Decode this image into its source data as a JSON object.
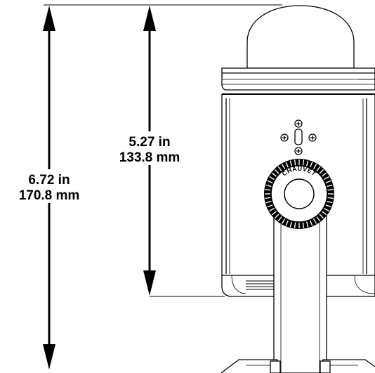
{
  "dimensions": {
    "overall": {
      "inches": "6.72 in",
      "millimeters": "170.8 mm"
    },
    "body": {
      "inches": "5.27 in",
      "millimeters": "133.8 mm"
    }
  },
  "device": {
    "brand_mark": "CHAUVET"
  }
}
